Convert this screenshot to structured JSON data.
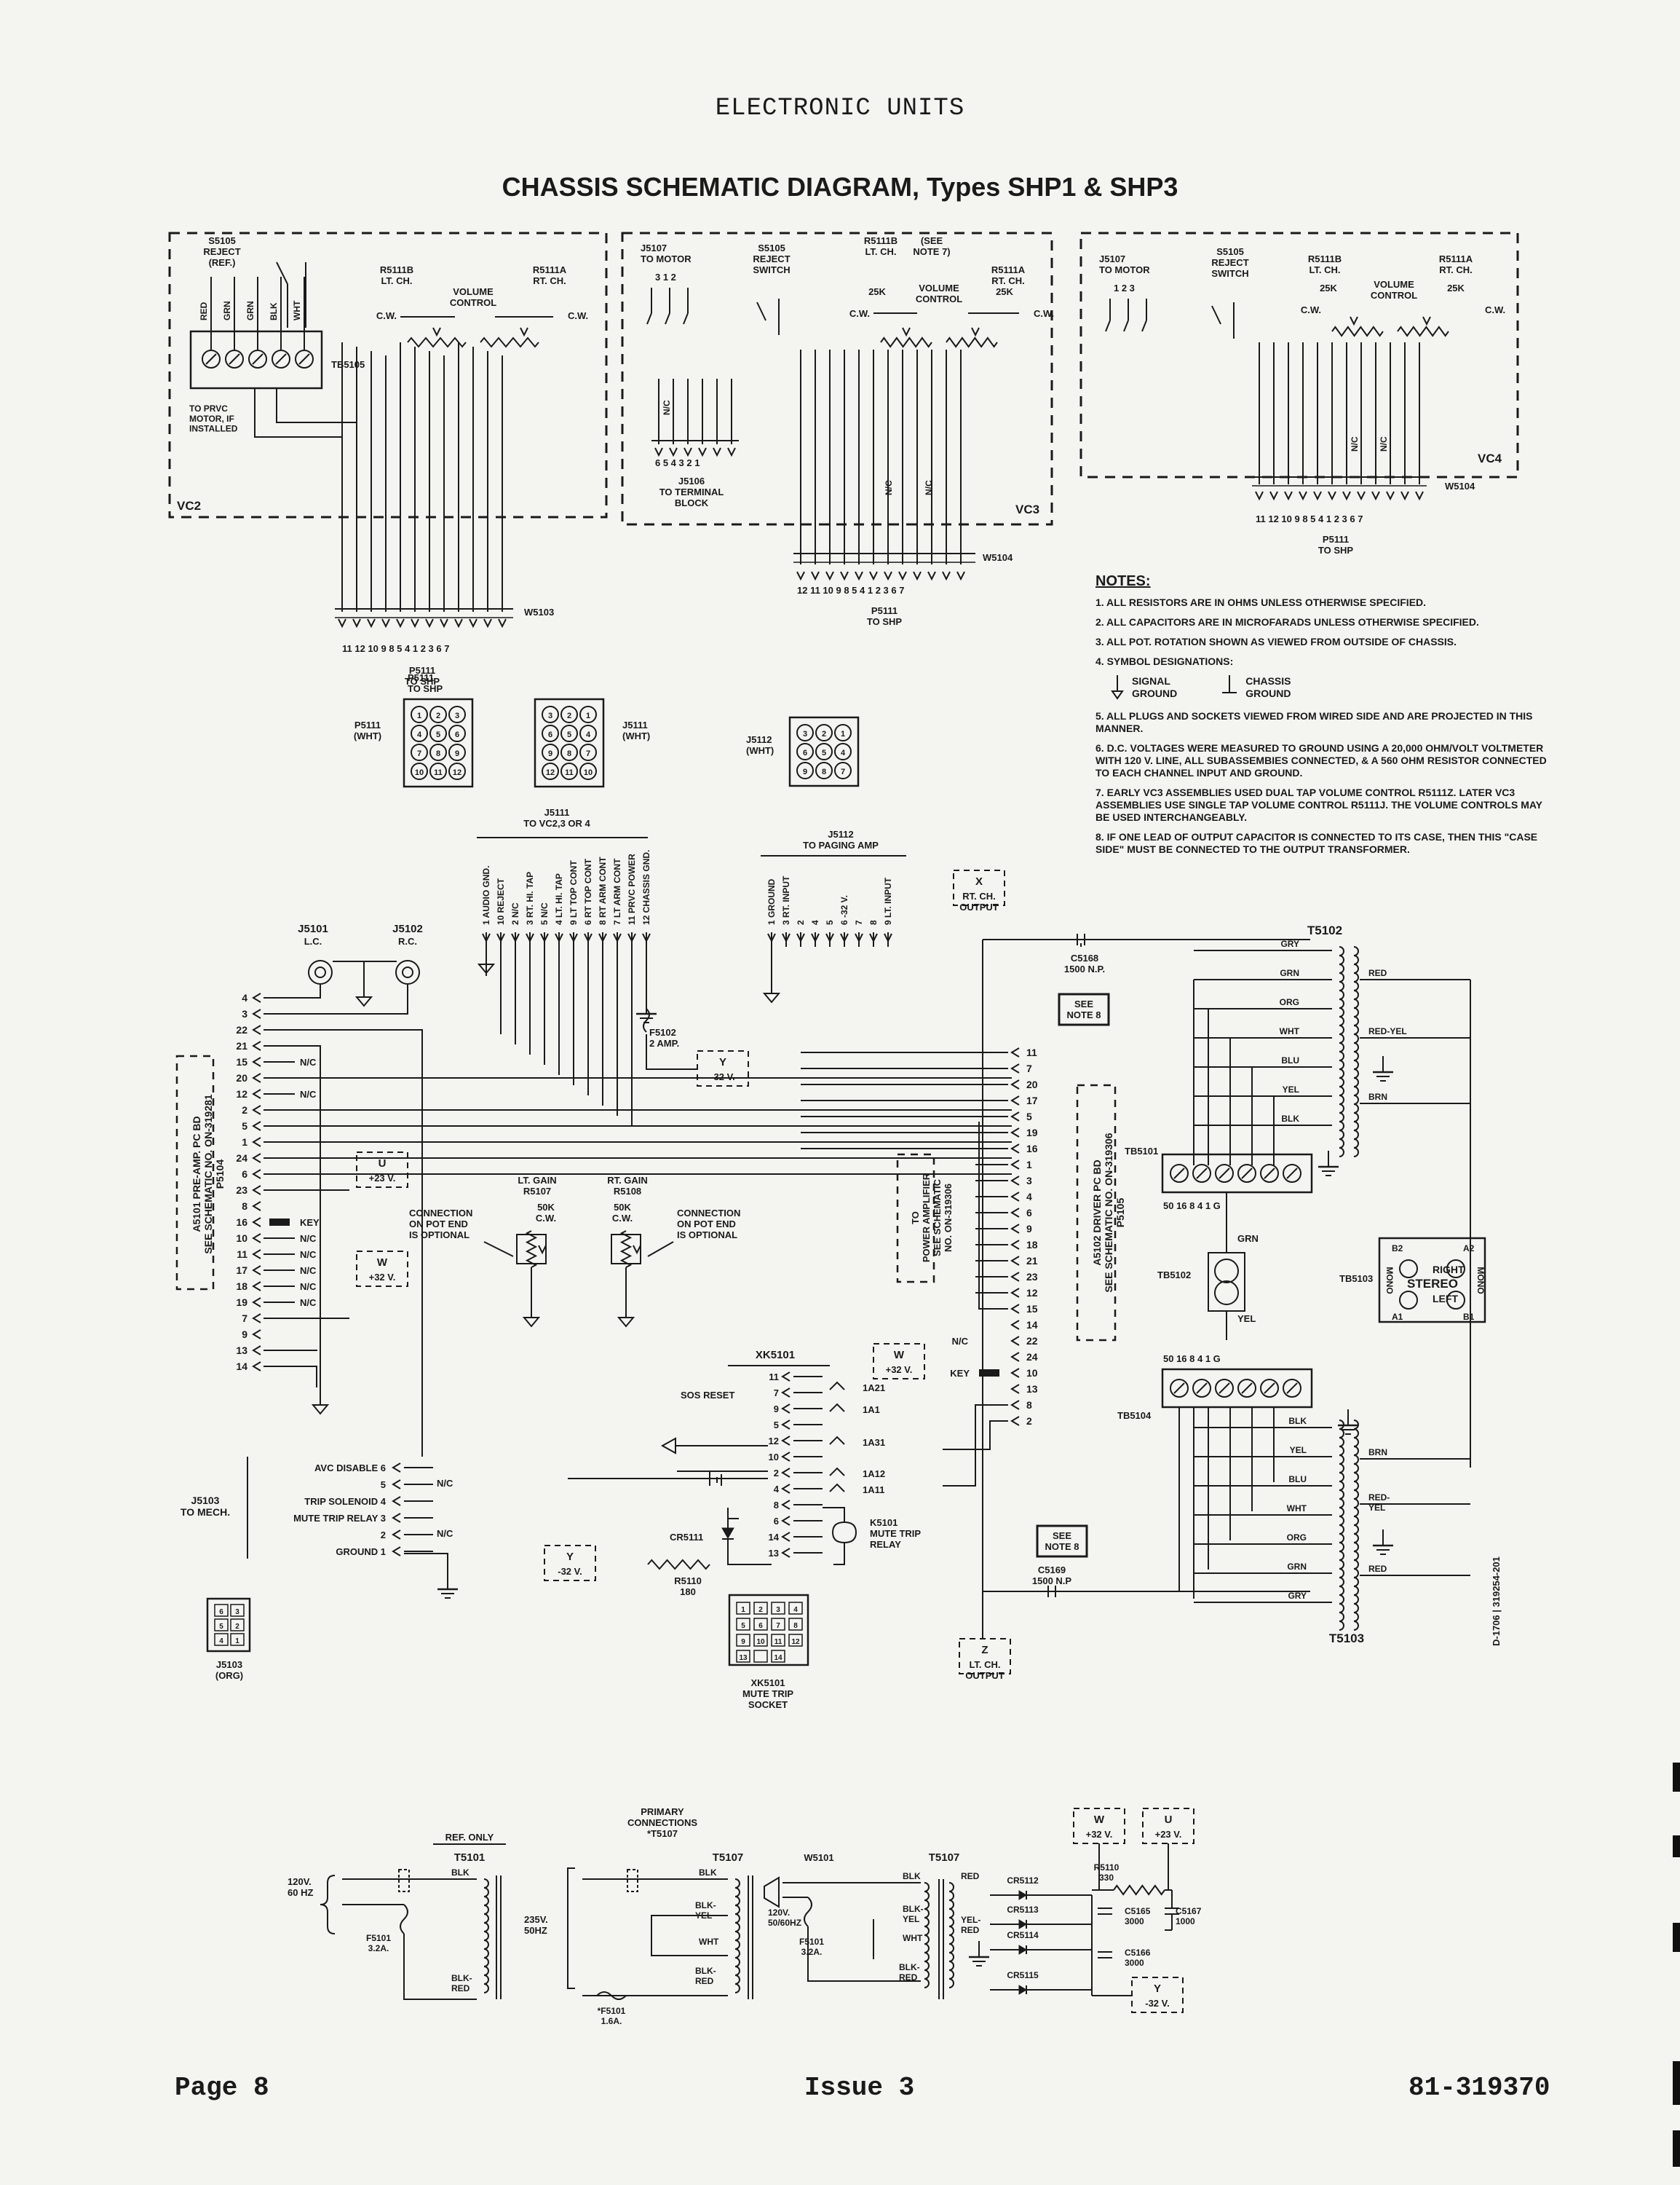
{
  "header": "ELECTRONIC UNITS",
  "title": "CHASSIS SCHEMATIC DIAGRAM, Types SHP1 & SHP3",
  "footer": {
    "page": "Page 8",
    "issue": "Issue 3",
    "doc": "81-319370"
  },
  "side_code": "D-1706 | 319254-201",
  "vc2": {
    "name": "VC2",
    "switch": "S5105\nREJECT\n(REF.)",
    "tb": "TB5105",
    "wires": [
      "RED",
      "GRN",
      "GRN",
      "BLK",
      "WHT"
    ],
    "note": "TO PRVC\nMOTOR, IF\nINSTALLED",
    "r_lt": "R5111B\nLT. CH.",
    "r_rt": "R5111A\nRT. CH.",
    "vol": "VOLUME\nCONTROL",
    "cw": "C.W.",
    "cable": "W5103",
    "plug": "P5111\nTO SHP",
    "pins": "11 12 10 9 8 5 4 1 2 3 6 7"
  },
  "vc3": {
    "name": "VC3",
    "motor": "J5107\nTO MOTOR",
    "motor_pins": "3  1  2",
    "switch": "S5105\nREJECT\nSWITCH",
    "see_note": "(SEE\nNOTE 7)",
    "r_lt": "R5111B\nLT. CH.",
    "r_rt": "R5111A\nRT. CH.",
    "res": "25K",
    "vol": "VOLUME\nCONTROL",
    "cw": "C.W.",
    "tb_pins": "6 5 4 3 2 1",
    "term": "J5106\nTO TERMINAL\nBLOCK",
    "nc": "N/C",
    "cable": "W5104",
    "plug": "P5111\nTO SHP",
    "pins": "12 11 10 9 8 5 4 1 2 3 6 7"
  },
  "vc4": {
    "name": "VC4",
    "motor": "J5107\nTO MOTOR",
    "motor_pins": "1  2  3",
    "switch": "S5105\nREJECT\nSWITCH",
    "r_lt": "R5111B\nLT. CH.",
    "r_rt": "R5111A\nRT. CH.",
    "res": "25K",
    "vol": "VOLUME\nCONTROL",
    "cw": "C.W.",
    "nc": "N/C",
    "cable": "W5104",
    "plug": "P5111\nTO SHP",
    "pins": "11 12 10 9 8 5 4 1 2 3 6 7"
  },
  "notes": {
    "heading": "NOTES:",
    "items": [
      "1. ALL RESISTORS ARE IN OHMS UNLESS OTHERWISE SPECIFIED.",
      "2. ALL CAPACITORS ARE IN MICROFARADS UNLESS OTHERWISE SPECIFIED.",
      "3. ALL POT. ROTATION SHOWN AS VIEWED FROM OUTSIDE OF CHASSIS.",
      "4. SYMBOL DESIGNATIONS:",
      "5. ALL PLUGS AND SOCKETS VIEWED FROM WIRED SIDE AND ARE PROJECTED IN THIS MANNER.",
      "6. D.C. VOLTAGES WERE MEASURED TO GROUND USING A 20,000 OHM/VOLT VOLTMETER WITH 120 V. LINE, ALL SUBASSEMBIES CONNECTED, & A 560 OHM RESISTOR CONNECTED TO EACH CHANNEL INPUT AND GROUND.",
      "7. EARLY VC3 ASSEMBLIES USED DUAL TAP VOLUME CONTROL R5111Z. LATER VC3 ASSEMBLIES USE SINGLE TAP VOLUME CONTROL R5111J. THE VOLUME CONTROLS MAY BE USED INTERCHANGEABLY.",
      "8. IF ONE LEAD OF OUTPUT CAPACITOR IS CONNECTED TO ITS CASE, THEN THIS \"CASE SIDE\" MUST BE CONNECTED TO THE OUTPUT TRANSFORMER."
    ],
    "signal": "SIGNAL\nGROUND",
    "chassis": "CHASSIS\nGROUND"
  },
  "connectors": {
    "p5111": "P5111\n(WHT)",
    "p5111_title": "P5111\nTO SHP",
    "j5111": "J5111\n(WHT)",
    "j5112": "J5112\n(WHT)",
    "p5111_pins": [
      "1",
      "2",
      "3",
      "4",
      "5",
      "6",
      "7",
      "8",
      "9",
      "10",
      "11",
      "12"
    ],
    "j5111_pins": [
      "3",
      "2",
      "1",
      "6",
      "5",
      "4",
      "9",
      "8",
      "7",
      "12",
      "11",
      "10"
    ],
    "j5112_pins": [
      "3",
      "2",
      "1",
      "6",
      "5",
      "4",
      "9",
      "8",
      "7"
    ]
  },
  "j5111_block": {
    "title": "J5111\nTO VC2,3 OR 4",
    "pins": [
      "1 AUDIO GND.",
      "10 REJECT",
      "2 N/C",
      "3 RT. HI. TAP",
      "5 N/C",
      "4 LT. HI. TAP",
      "9 LT TOP CONT",
      "6 RT TOP CONT",
      "8 RT ARM CONT",
      "7 LT ARM CONT",
      "11 PRVC POWER",
      "12 CHASSIS GND."
    ]
  },
  "j5112_block": {
    "title": "J5112\nTO PAGING AMP",
    "pins": [
      "1 GROUND",
      "3 RT. INPUT",
      "2",
      "4",
      "5",
      "6 -32 V.",
      "7",
      "8",
      "9 LT. INPUT"
    ]
  },
  "inputs": {
    "j5101": "J5101",
    "j5101_sub": "L.C.",
    "j5102": "J5102",
    "j5102_sub": "R.C."
  },
  "p5104": {
    "side": "A5101 PRE-AMP. PC BD\nSEE SCHEMATIC NO. ON-319281\nP5104",
    "pins": [
      "4",
      "3",
      "22",
      "21",
      "15",
      "20",
      "12",
      "2",
      "5",
      "1",
      "24",
      "6",
      "23",
      "8",
      "16",
      "10",
      "11",
      "17",
      "18",
      "19",
      "7",
      "9",
      "13",
      "14"
    ],
    "nc": "N/C",
    "key": "KEY"
  },
  "p5105": {
    "side": "A5102 DRIVER PC BD\nSEE SCHEMATIC NO. ON-319306\nP5105",
    "pins": [
      "11",
      "7",
      "20",
      "17",
      "5",
      "19",
      "16",
      "1",
      "3",
      "4",
      "6",
      "9",
      "18",
      "21",
      "23",
      "12",
      "15",
      "14",
      "22",
      "24",
      "10",
      "13",
      "8",
      "2"
    ],
    "nc": "N/C",
    "key": "KEY"
  },
  "power_amp": "TO\nPOWER AMPLIFIER\nSEE SCHEMATIC\nNO. ON-319306",
  "voltages": {
    "u": "U",
    "u_v": "+23 V.",
    "w": "W",
    "w_v": "+32 V.",
    "y": "Y",
    "y_v": "-32 V.",
    "x": "X",
    "x_v": "RT. CH.\nOUTPUT",
    "z": "Z",
    "z_v": "LT. CH.\nOUTPUT"
  },
  "fuse_f5102": "F5102\n2 AMP.",
  "gain": {
    "lt": "LT. GAIN\nR5107",
    "rt": "RT. GAIN\nR5108",
    "val": "50K\nC.W.",
    "conn_l": "CONNECTION\nON POT END\nIS OPTIONAL",
    "conn_r": "CONNECTION\nON POT END\nIS OPTIONAL"
  },
  "xk5101": {
    "name": "XK5101",
    "sos": "SOS RESET",
    "pins": [
      "11",
      "7",
      "9",
      "5",
      "12",
      "10",
      "2",
      "4",
      "8",
      "6",
      "14",
      "13"
    ],
    "contacts": [
      "1A21",
      "1A1",
      "1A31",
      "1A12",
      "1A11"
    ],
    "relay": "K5101\nMUTE TRIP\nRELAY",
    "cr": "CR5111",
    "r": "R5110\n180",
    "socket": "XK5101\nMUTE TRIP\nSOCKET",
    "socket_pins": [
      "1",
      "2",
      "3",
      "4",
      "5",
      "6",
      "7",
      "8",
      "9",
      "10",
      "11",
      "12",
      "13",
      "",
      "14"
    ]
  },
  "j5103": {
    "name": "J5103\nTO MECH.",
    "lines": [
      "AVC DISABLE 6",
      "5",
      "TRIP SOLENOID 4",
      "MUTE TRIP RELAY 3",
      "2",
      "GROUND 1"
    ],
    "conn": "J5103\n(ORG)",
    "conn_pins": [
      "6",
      "3",
      "5",
      "2",
      "4",
      "1"
    ]
  },
  "output": {
    "c5168": "C5168\n1500 N.P.",
    "c5169": "C5169\n1500 N.P",
    "see8": "SEE\nNOTE 8",
    "t5102": "T5102",
    "t5103": "T5103",
    "t_top": [
      "GRY",
      "GRN",
      "ORG",
      "WHT",
      "BLU",
      "YEL",
      "BLK"
    ],
    "t_right": [
      "RED",
      "RED-YEL",
      "BRN"
    ],
    "t_bot": [
      "BLK",
      "YEL",
      "BLU",
      "WHT",
      "ORG",
      "GRN",
      "GRY"
    ],
    "t_right2": [
      "BRN",
      "RED-\nYEL",
      "RED"
    ],
    "tb5101": "TB5101",
    "tb5104": "TB5104",
    "tb5102": "TB5102",
    "tb5103": "TB5103",
    "tb_labels": "50 16 8   4   1   G",
    "tb5102_wires": [
      "GRN",
      "YEL"
    ],
    "stereo": "STEREO",
    "right": "RIGHT",
    "left": "LEFT",
    "mono": "MONO",
    "b2": "B2",
    "a2": "A2",
    "a1": "A1",
    "b1": "B1"
  },
  "primary": {
    "ref": "REF. ONLY",
    "t5101": "T5101",
    "v120": "120V.\n60 HZ",
    "f5101": "F5101\n3.2A.",
    "blk": "BLK",
    "blkred": "BLK-\nRED",
    "heading": "PRIMARY\nCONNECTIONS\n*T5107",
    "t5107": "T5107",
    "v235": "235V.\n50HZ",
    "f5101b": "*F5101\n1.6A.",
    "blkyel": "BLK-\nYEL",
    "wht": "WHT",
    "w5101": "W5101",
    "v120b": "120V.\n50/60HZ",
    "f5101c": "F5101\n3.2A.",
    "red": "RED",
    "yelred": "YEL-\nRED",
    "cr": [
      "CR5112",
      "CR5113",
      "CR5114",
      "CR5115"
    ],
    "c5165": "C5165\n3000",
    "c5166": "C5166\n3000",
    "c5167": "C5167\n1000",
    "r5110": "R5110\n330"
  }
}
